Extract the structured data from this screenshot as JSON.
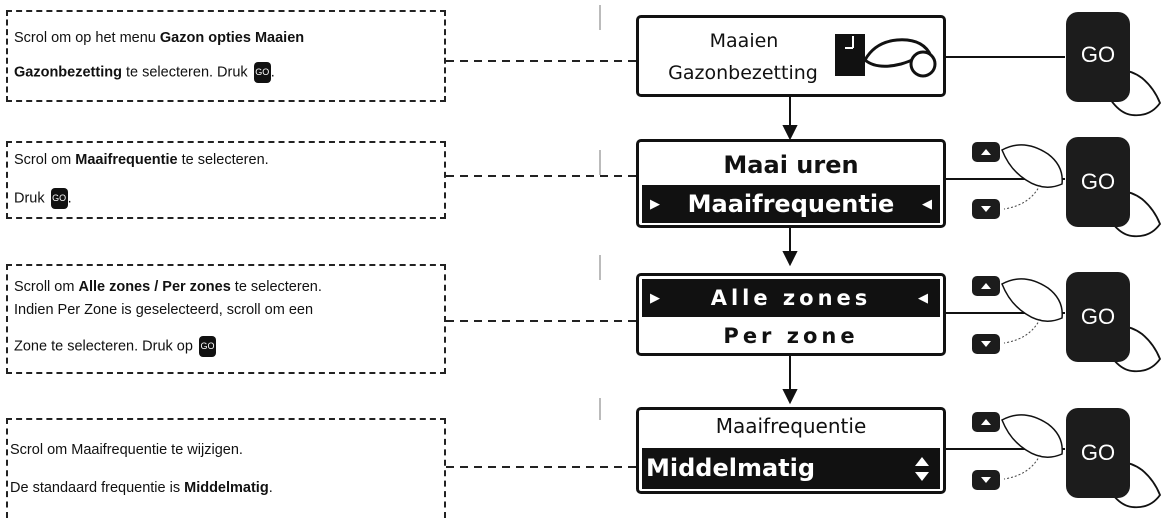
{
  "steps": [
    {
      "instruction": {
        "line1_pre": "Scrol om op het menu ",
        "line1_bold": "Gazon opties Maaien",
        "line2_bold": "Gazonbezetting",
        "line2_post": " te selecteren. Druk ",
        "line2_end": "."
      },
      "screen": {
        "line1": "Maaien",
        "line2": "Gazonbezetting",
        "icon": "lawn-mower-icon"
      }
    },
    {
      "instruction": {
        "line1_pre": "Scrol om ",
        "line1_bold": "Maaifrequentie",
        "line1_post": " te selecteren.",
        "line2_pre": "Druk ",
        "line2_end": "."
      },
      "screen": {
        "line1": "Maai uren",
        "line2": "Maaifrequentie"
      }
    },
    {
      "instruction": {
        "line1_pre": "Scroll om ",
        "line1_bold": "Alle zones / Per  zones",
        "line1_post": " te selecteren.",
        "line2": "Indien Per Zone is geselecteerd, scroll om een",
        "line3_pre": "Zone te selecteren. Druk op "
      },
      "screen": {
        "line1": "Alle zones",
        "line2": "Per zone"
      }
    },
    {
      "instruction": {
        "line1": "Scrol om Maaifrequentie te wijzigen.",
        "line2_pre": "De standaard frequentie is ",
        "line2_bold": "Middelmatig",
        "line2_end": "."
      },
      "screen": {
        "line1": "Maaifrequentie",
        "line2": "Middelmatig"
      }
    }
  ],
  "go_label": "GO",
  "go_chip": "GO"
}
